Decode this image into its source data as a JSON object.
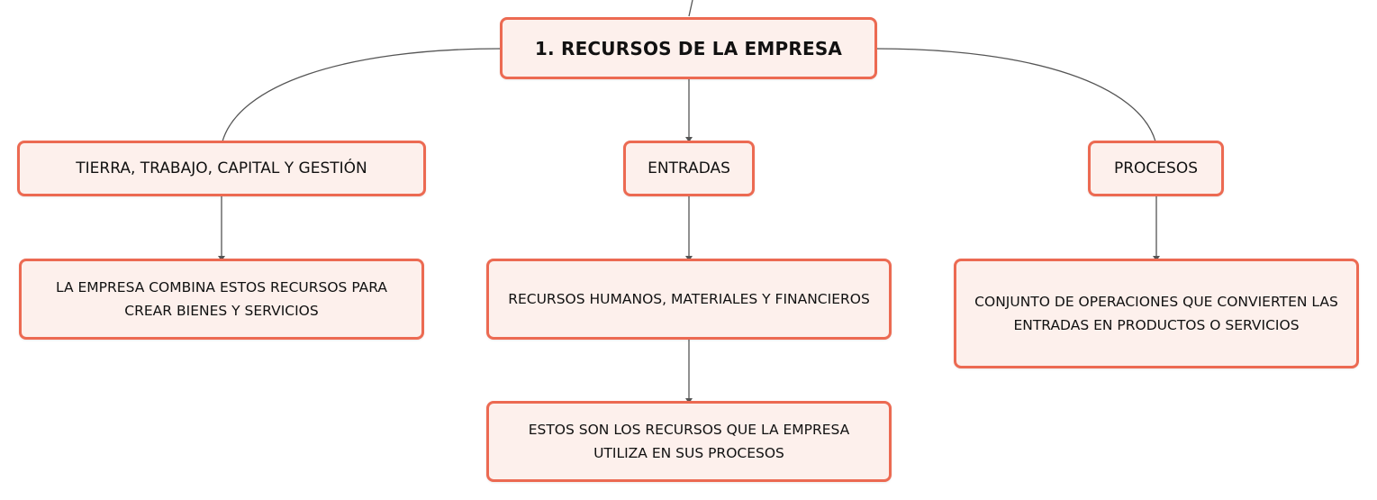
{
  "diagram": {
    "root": {
      "label": "1. RECURSOS DE LA EMPRESA"
    },
    "branches": [
      {
        "label": "TIERRA, TRABAJO, CAPITAL Y GESTIÓN",
        "children": [
          "LA EMPRESA COMBINA ESTOS RECURSOS PARA CREAR BIENES Y SERVICIOS"
        ]
      },
      {
        "label": "ENTRADAS",
        "children": [
          "RECURSOS HUMANOS, MATERIALES Y FINANCIEROS",
          "ESTOS SON LOS RECURSOS QUE LA EMPRESA UTILIZA EN SUS PROCESOS"
        ]
      },
      {
        "label": "PROCESOS",
        "children": [
          "CONJUNTO DE OPERACIONES QUE CONVIERTEN LAS ENTRADAS EN PRODUCTOS O SERVICIOS"
        ]
      }
    ]
  },
  "colors": {
    "node_border": "#ec6a52",
    "node_fill": "#fdf0ec",
    "connector": "#555555"
  }
}
